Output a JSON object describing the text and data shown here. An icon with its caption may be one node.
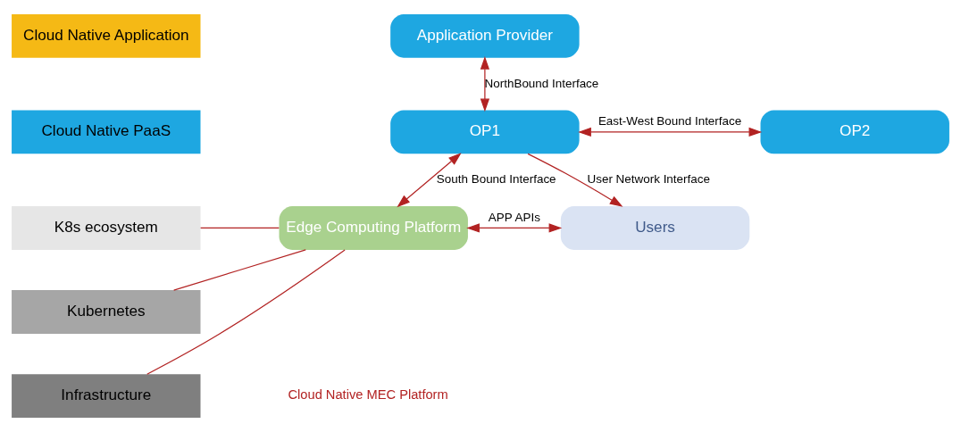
{
  "diagram": {
    "nodes": [
      {
        "text": [
          "Cloud Native Application"
        ]
      },
      {
        "text": [
          "Application Provider"
        ]
      },
      {
        "text": [
          "Cloud Native PaaS"
        ]
      },
      {
        "text": [
          "OP1"
        ]
      },
      {
        "text": [
          "OP2"
        ]
      },
      {
        "text": [
          "K8s ecosystem"
        ]
      },
      {
        "text": [
          "Kubernetes"
        ]
      },
      {
        "text": [
          "Infrastructure"
        ]
      },
      {
        "text": [
          "Edge Computing Platform"
        ]
      },
      {
        "text": [
          "Users"
        ]
      }
    ],
    "edges": [
      {
        "from": 1,
        "to": 3,
        "arrow": "both",
        "label": "NorthBound Interface"
      },
      {
        "from": 3,
        "to": 4,
        "arrow": "both",
        "label": "East-West Bound Interface"
      },
      {
        "from": 3,
        "to": 8,
        "arrow": "both",
        "label": "South Bound Interface"
      },
      {
        "from": 3,
        "to": 9,
        "arrow": "to",
        "label": "User Network Interface"
      },
      {
        "from": 8,
        "to": 9,
        "arrow": "both",
        "label": "APP APIs"
      },
      {
        "from": 5,
        "to": 8,
        "arrow": "none"
      },
      {
        "from": 6,
        "to": 8,
        "arrow": "none"
      },
      {
        "from": 7,
        "to": 8,
        "arrow": "none"
      }
    ],
    "labels": [
      "Cloud Native MEC Platform"
    ]
  }
}
